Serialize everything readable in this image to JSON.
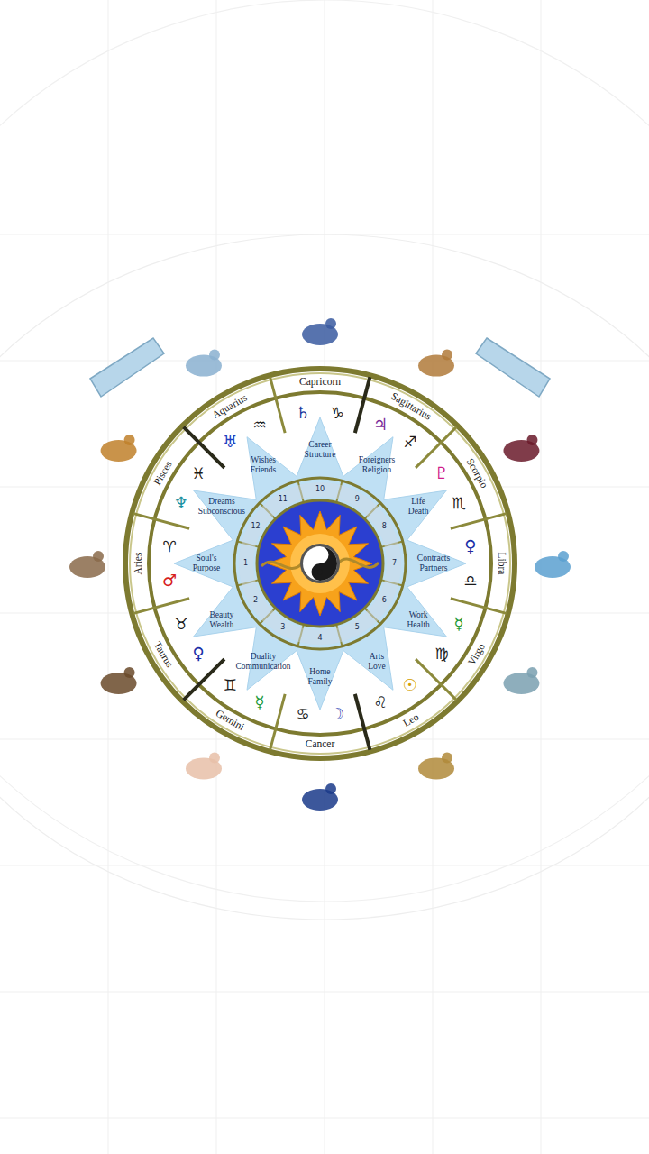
{
  "diagram": {
    "nodes": [
      {
        "text": [
          "Soul's Purpose"
        ]
      },
      {
        "text": [
          "Beauty Wealth"
        ]
      },
      {
        "text": [
          "Duality Communication"
        ]
      },
      {
        "text": [
          "Home Family"
        ]
      },
      {
        "text": [
          "Arts Love"
        ]
      },
      {
        "text": [
          "Work Health"
        ]
      },
      {
        "text": [
          "Contracts Partners"
        ]
      },
      {
        "text": [
          "Life Death"
        ]
      },
      {
        "text": [
          "Foreigners Religion"
        ]
      },
      {
        "text": [
          "Career Structure"
        ]
      },
      {
        "text": [
          "Wishes Friends"
        ]
      },
      {
        "text": [
          "Dreams Subconscious"
        ]
      }
    ],
    "labels": [
      "Aries",
      "Taurus",
      "Gemini",
      "Cancer",
      "Leo",
      "Virgo",
      "Libra",
      "Scorpio",
      "Sagittarius",
      "Capricorn",
      "Aquarius",
      "Pisces",
      "1",
      "2",
      "3",
      "4",
      "5",
      "6",
      "7",
      "8",
      "9",
      "10",
      "11",
      "12",
      "♈",
      "♉",
      "♊",
      "♋",
      "♌",
      "♍",
      "♎",
      "♏",
      "♐",
      "♑",
      "♒",
      "♓",
      "♂",
      "♀",
      "☿",
      "☽",
      "☉",
      "☿",
      "♀",
      "♇",
      "♃",
      "♄",
      "♅",
      "♆"
    ]
  }
}
